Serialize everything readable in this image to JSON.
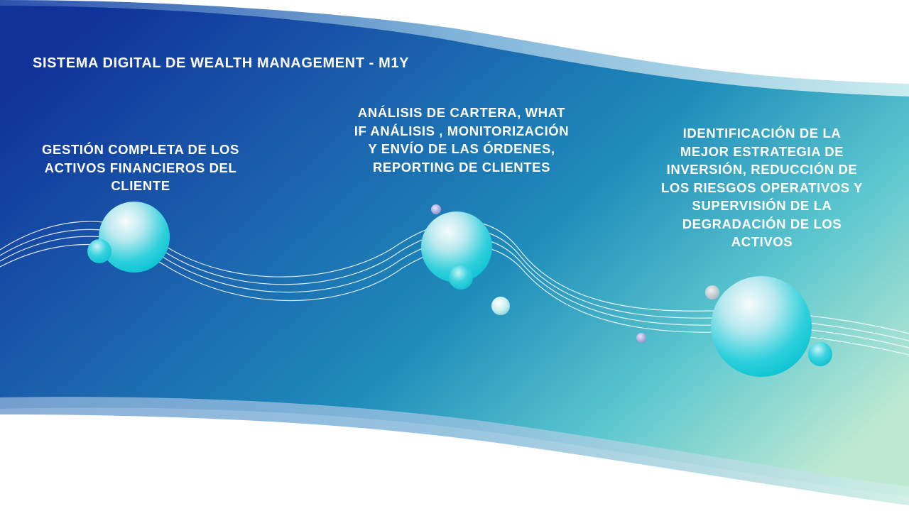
{
  "slide": {
    "title": "SISTEMA DIGITAL DE WEALTH MANAGEMENT - M1Y",
    "columns": [
      {
        "text": "GESTIÓN COMPLETA DE LOS\nACTIVOS FINANCIEROS DEL\nCLIENTE"
      },
      {
        "text": "ANÁLISIS DE CARTERA, WHAT\nIF ANÁLISIS , MONITORIZACIÓN\nY ENVÍO DE LAS ÓRDENES,\nREPORTING DE CLIENTES"
      },
      {
        "text": "IDENTIFICACIÓN DE LA\nMEJOR ESTRATEGIA DE\nINVERSIÓN, REDUCCIÓN DE\nLOS RIESGOS OPERATIVOS Y\nSUPERVISIÓN DE LA\nDEGRADACIÓN DE LOS\nACTIVOS"
      }
    ]
  },
  "colors": {
    "band_start": "#10339a",
    "band_mid": "#1b84b8",
    "band_end": "#b9ead2",
    "sphere": "#19cbd8",
    "text": "#ffffff"
  }
}
